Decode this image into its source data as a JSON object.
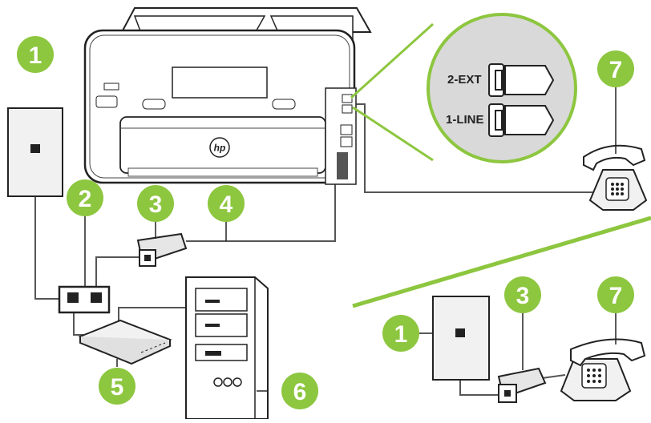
{
  "callouts": {
    "wall_jack": "1",
    "splitter": "2",
    "dsl_filter": "3",
    "phone_cord": "4",
    "modem": "5",
    "computer": "6",
    "telephone": "7"
  },
  "printer": {
    "logo": "hp",
    "port_labels": {
      "ext": "2-EXT",
      "line": "1-LINE"
    }
  },
  "colors": {
    "callout_green": "#8dc63f",
    "zoom_ring": "#8dc63f",
    "zoom_fill": "#d9d9d9",
    "divider": "#8dc63f",
    "line": "#555555",
    "device_fill": "#f1f1f1",
    "port_fill": "#333333"
  }
}
